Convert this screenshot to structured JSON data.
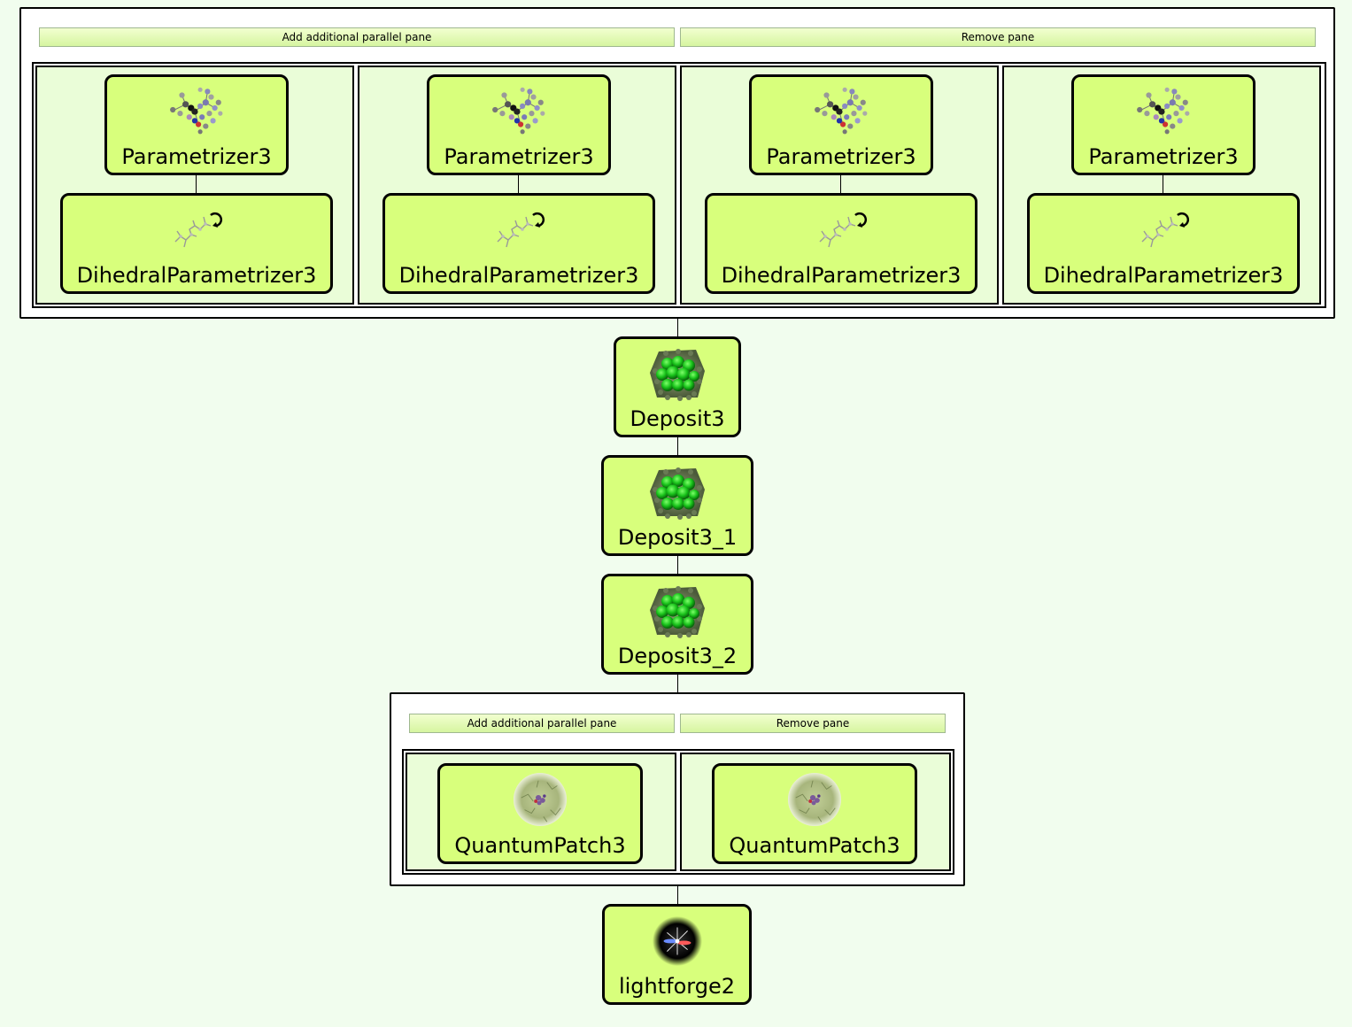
{
  "top_group": {
    "add_pane_label": "Add additional parallel pane",
    "remove_pane_label": "Remove pane",
    "panes": [
      {
        "top_node": "Parametrizer3",
        "bottom_node": "DihedralParametrizer3"
      },
      {
        "top_node": "Parametrizer3",
        "bottom_node": "DihedralParametrizer3"
      },
      {
        "top_node": "Parametrizer3",
        "bottom_node": "DihedralParametrizer3"
      },
      {
        "top_node": "Parametrizer3",
        "bottom_node": "DihedralParametrizer3"
      }
    ]
  },
  "chain": {
    "deposit_1": "Deposit3",
    "deposit_2": "Deposit3_1",
    "deposit_3": "Deposit3_2"
  },
  "bottom_group": {
    "add_pane_label": "Add additional parallel pane",
    "remove_pane_label": "Remove pane",
    "panes": [
      {
        "node": "QuantumPatch3"
      },
      {
        "node": "QuantumPatch3"
      }
    ]
  },
  "final_node": "lightforge2",
  "icons": {
    "parametrizer": "molecule-cluster-icon",
    "dihedral": "rotating-molecule-icon",
    "deposit": "green-sphere-pack-icon",
    "quantumpatch": "morphology-sphere-icon",
    "lightforge": "light-burst-icon"
  },
  "colors": {
    "background": "#f1fdee",
    "node_fill": "#d8ff7c",
    "pane_fill": "#eafdd8",
    "button_fill": "#e4fbb8"
  }
}
